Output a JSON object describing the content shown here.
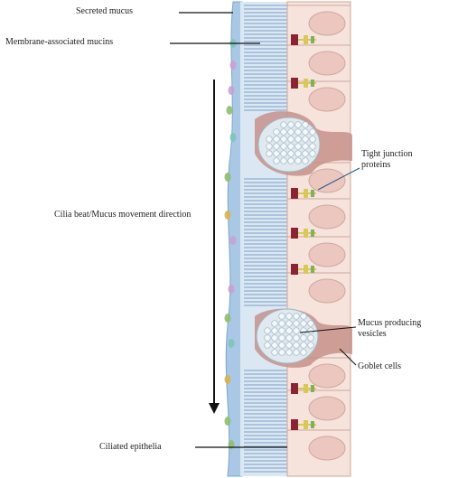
{
  "labels": {
    "secreted_mucus": "Secreted mucus",
    "membrane_mucins": "Membrane-associated mucins",
    "ciliary_direction": "Cilia beat/Mucus movement direction",
    "tight_junction": "Tight junction proteins",
    "mucus_vesicles": "Mucus producing vesicles",
    "goblet_cells": "Goblet cells",
    "ciliated_epithelia": "Ciliated epithelia"
  },
  "colors": {
    "cell_fill": "#f6e3dc",
    "cell_border": "#cfa79c",
    "nucleus": "#ecc7c0",
    "goblet": "#c7918a",
    "mucus_layer": "#a8c8e6",
    "cilia": "#5f86b5",
    "vesicle": "#dfe9ef",
    "junction_dark": "#8a2432",
    "junction_yellow": "#d8c857",
    "junction_green": "#7fb05a"
  }
}
